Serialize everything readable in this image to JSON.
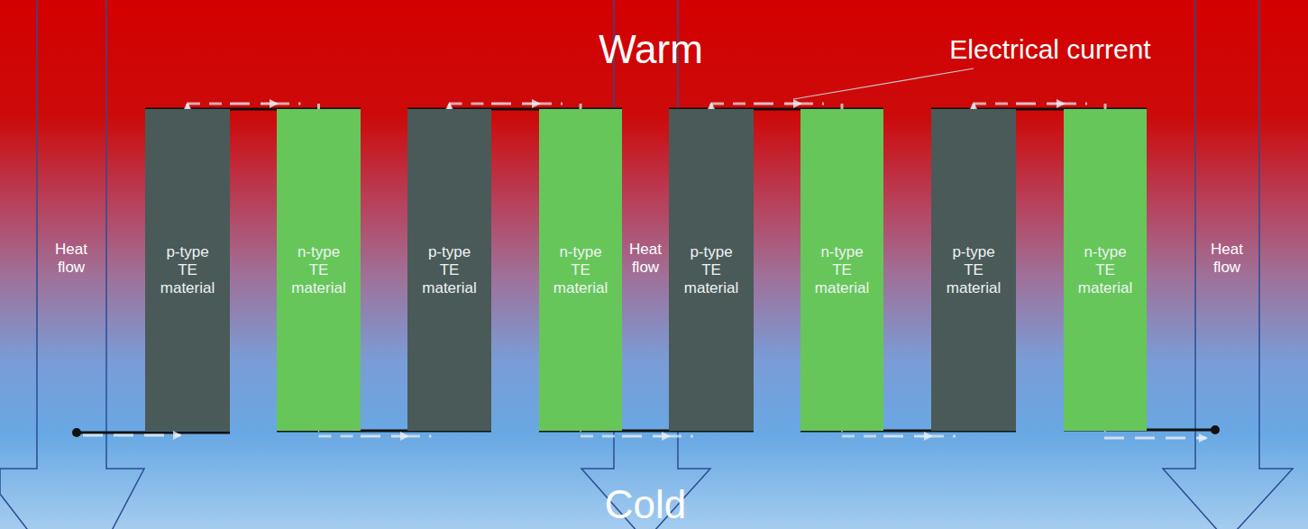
{
  "diagram": {
    "nodes": [
      {
        "text": [
          "p-type TE material"
        ]
      },
      {
        "text": [
          "n-type TE material"
        ]
      },
      {
        "text": [
          "p-type TE material"
        ]
      },
      {
        "text": [
          "n-type TE material"
        ]
      },
      {
        "text": [
          "p-type TE material"
        ]
      },
      {
        "text": [
          "n-type TE material"
        ]
      },
      {
        "text": [
          "p-type TE material"
        ]
      },
      {
        "text": [
          "n-type TE material"
        ]
      }
    ],
    "edges": [
      {
        "from": 0,
        "to": 1,
        "arrow": "to"
      },
      {
        "from": 1,
        "to": 2,
        "arrow": "to"
      },
      {
        "from": 2,
        "to": 3,
        "arrow": "to"
      },
      {
        "from": 3,
        "to": 4,
        "arrow": "to"
      },
      {
        "from": 4,
        "to": 5,
        "arrow": "to"
      },
      {
        "from": 5,
        "to": 6,
        "arrow": "to"
      },
      {
        "from": 6,
        "to": 7,
        "arrow": "to"
      }
    ],
    "labels": [
      "Warm",
      "Electrical current",
      "Heat flow",
      "Heat flow",
      "Heat flow",
      "Cold"
    ]
  }
}
